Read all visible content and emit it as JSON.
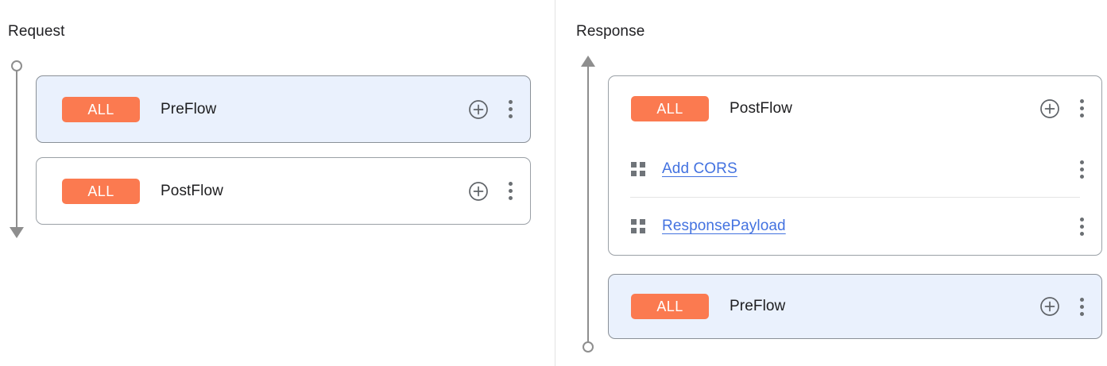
{
  "panels": {
    "request": {
      "title": "Request",
      "rail": {
        "start_icon": "circle-node-icon",
        "end_icon": "arrow-down-icon"
      },
      "cards": [
        {
          "id": "request-preflow",
          "badge": "ALL",
          "name": "PreFlow",
          "selected": true,
          "add_icon": "add-circle-icon",
          "menu_icon": "more-vert-icon",
          "policies": []
        },
        {
          "id": "request-postflow",
          "badge": "ALL",
          "name": "PostFlow",
          "selected": false,
          "add_icon": "add-circle-icon",
          "menu_icon": "more-vert-icon",
          "policies": []
        }
      ]
    },
    "response": {
      "title": "Response",
      "rail": {
        "start_icon": "arrow-up-icon",
        "end_icon": "circle-node-icon"
      },
      "cards": [
        {
          "id": "response-postflow",
          "badge": "ALL",
          "name": "PostFlow",
          "selected": false,
          "add_icon": "add-circle-icon",
          "menu_icon": "more-vert-icon",
          "policies": [
            {
              "id": "add-cors",
              "label": "Add CORS",
              "drag_icon": "grid-drag-icon",
              "menu_icon": "more-vert-icon"
            },
            {
              "id": "response-payload",
              "label": "ResponsePayload",
              "drag_icon": "grid-drag-icon",
              "menu_icon": "more-vert-icon"
            }
          ]
        },
        {
          "id": "response-preflow",
          "badge": "ALL",
          "name": "PreFlow",
          "selected": true,
          "add_icon": "add-circle-icon",
          "menu_icon": "more-vert-icon",
          "policies": []
        }
      ]
    }
  },
  "colors": {
    "badge_background": "#fb7a50",
    "badge_text": "#ffffff",
    "selected_card_background": "#eaf1fd",
    "card_border": "#9aa0a6",
    "policy_link": "#4372e0",
    "rail": "#8e8e8e",
    "divider": "#e3e3e3"
  }
}
